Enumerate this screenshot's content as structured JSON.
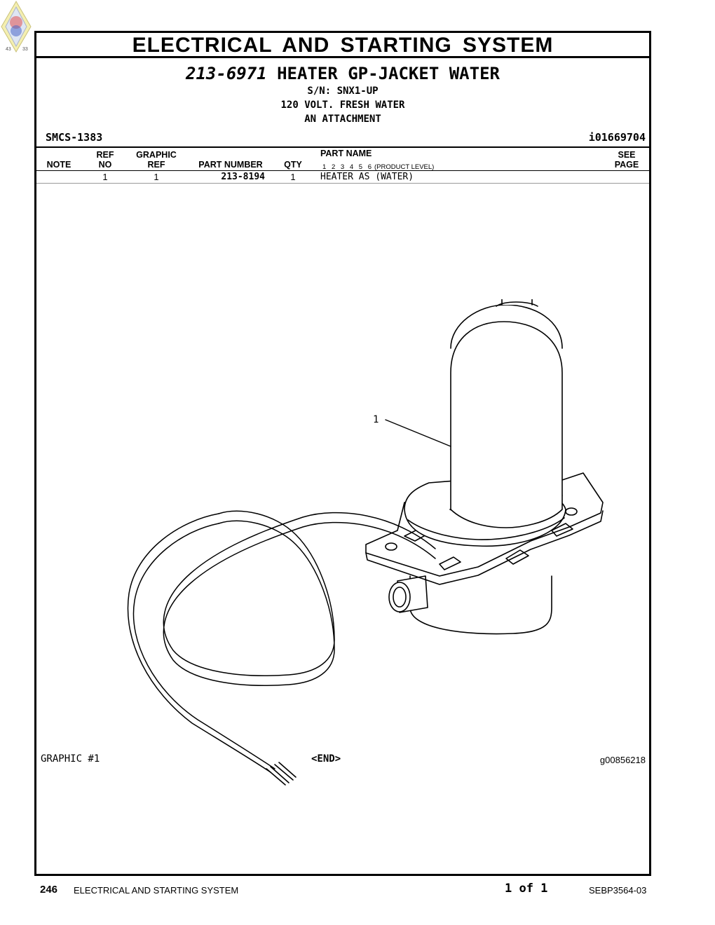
{
  "logo": {
    "left_number": "43",
    "right_number": "33"
  },
  "header": {
    "section_title": "ELECTRICAL AND STARTING SYSTEM",
    "group_number": "213-6971",
    "group_name": "HEATER GP-JACKET WATER",
    "serial": "S/N: SNX1-UP",
    "line2": "120 VOLT. FRESH WATER",
    "line3": "AN ATTACHMENT",
    "smcs": "SMCS-1383",
    "illustration_id": "i01669704"
  },
  "table": {
    "col_note": "NOTE",
    "col_ref_top": "REF",
    "col_ref_bottom": "NO",
    "col_graphic_top": "GRAPHIC",
    "col_graphic_bottom": "REF",
    "col_part_number": "PART NUMBER",
    "col_qty": "QTY",
    "col_part_name": "PART NAME",
    "levels": [
      "1",
      "2",
      "3",
      "4",
      "5",
      "6"
    ],
    "product_level": "(PRODUCT LEVEL)",
    "col_see_top": "SEE",
    "col_see_bottom": "PAGE",
    "rows": [
      {
        "note": "",
        "ref_no": "1",
        "graphic_ref": "1",
        "part_number": "213-8194",
        "qty": "1",
        "part_name": "HEATER AS (WATER)",
        "see_page": ""
      }
    ]
  },
  "illustration": {
    "callout": "1",
    "graphic_label": "GRAPHIC #1",
    "end_marker": "<END>",
    "graphic_id": "g00856218"
  },
  "footer": {
    "page_number": "246",
    "section": "ELECTRICAL AND STARTING SYSTEM",
    "page_count": "1 of 1",
    "document": "SEBP3564-03"
  }
}
